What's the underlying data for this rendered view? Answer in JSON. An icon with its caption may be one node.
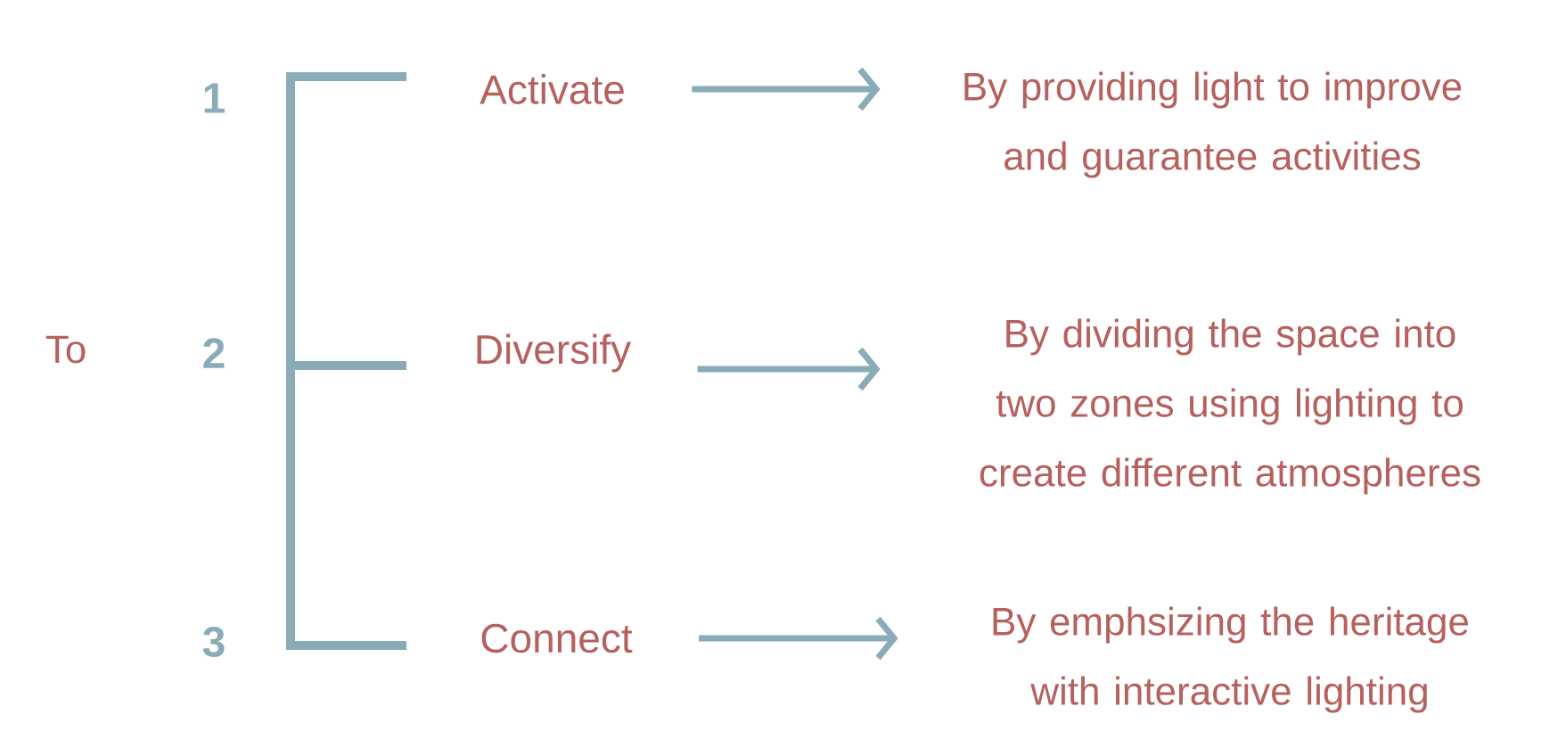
{
  "diagram": {
    "nodes": [
      {
        "text": [
          "Activate"
        ]
      },
      {
        "text": [
          "Diversify"
        ]
      },
      {
        "text": [
          "Connect"
        ]
      },
      {
        "text": [
          "By providing light to improve and guarantee activities"
        ]
      },
      {
        "text": [
          "By dividing the space into two zones using lighting to create different atmospheres"
        ]
      },
      {
        "text": [
          "By emphsizing the heritage with interactive lighting"
        ]
      }
    ],
    "edges": [
      {
        "from": 0,
        "to": 3,
        "arrow": "to"
      },
      {
        "from": 1,
        "to": 4,
        "arrow": "to"
      },
      {
        "from": 2,
        "to": 5,
        "arrow": "to"
      }
    ],
    "labels": [
      "1",
      "To",
      "2",
      "3"
    ]
  }
}
